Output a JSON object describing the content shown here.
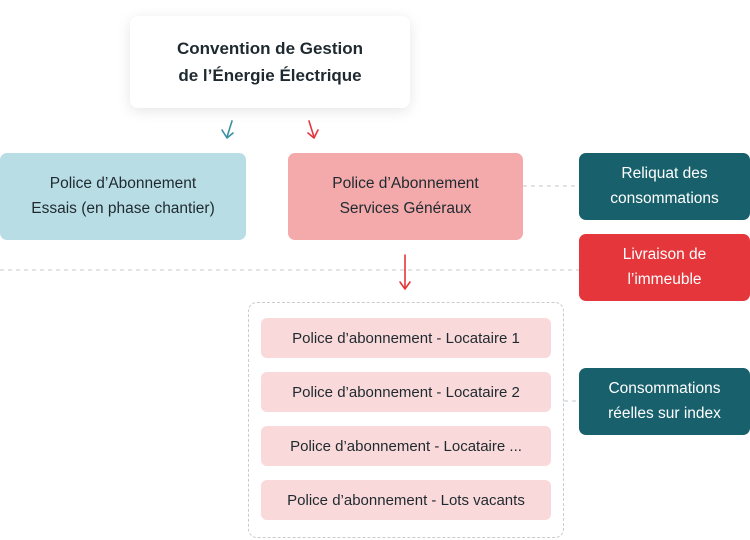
{
  "top": {
    "line1": "Convention de Gestion",
    "line2": "de l’Énergie Électrique"
  },
  "police_essais": {
    "line1": "Police d’Abonnement",
    "line2": "Essais (en phase chantier)"
  },
  "police_services": {
    "line1": "Police d’Abonnement",
    "line2": "Services Généraux"
  },
  "reliquat": {
    "line1": "Reliquat des",
    "line2": "consommations"
  },
  "livraison": {
    "line1": "Livraison de",
    "line2": "l’immeuble"
  },
  "consommations_reelles": {
    "line1": "Consommations",
    "line2": "réelles sur index"
  },
  "locataires": [
    "Police d’abonnement - Locataire 1",
    "Police d’abonnement - Locataire 2",
    "Police d’abonnement - Locataire ...",
    "Police d’abonnement - Lots vacants"
  ],
  "colors": {
    "teal": "#17606c",
    "red": "#e4363b",
    "light_blue": "#b9dde5",
    "pink": "#f4a9ab",
    "light_pink": "#fad9da",
    "arrow_blue": "#3a8fa3",
    "arrow_red": "#e4363b"
  }
}
